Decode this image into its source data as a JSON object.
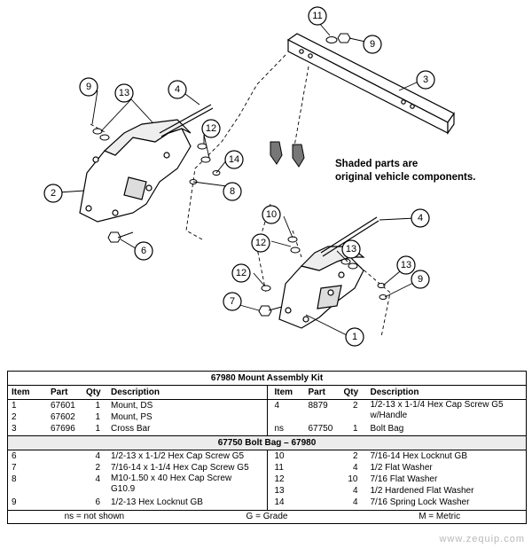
{
  "diagram": {
    "callouts": [
      "1",
      "2",
      "3",
      "4",
      "4",
      "6",
      "7",
      "8",
      "9",
      "9",
      "9",
      "10",
      "11",
      "12",
      "12",
      "12",
      "13",
      "13",
      "13",
      "14"
    ],
    "note_lines": [
      "Shaded parts are",
      "original vehicle components."
    ]
  },
  "table": {
    "kit_title": "67980  Mount Assembly Kit",
    "headers": {
      "item": "Item",
      "part": "Part",
      "qty": "Qty",
      "desc": "Description"
    },
    "kit_left": [
      {
        "item": "1",
        "part": "67601",
        "qty": "1",
        "desc": "Mount, DS"
      },
      {
        "item": "2",
        "part": "67602",
        "qty": "1",
        "desc": "Mount, PS"
      },
      {
        "item": "3",
        "part": "67696",
        "qty": "1",
        "desc": "Cross Bar"
      }
    ],
    "kit_right": [
      {
        "item": "4",
        "part": "8879",
        "qty": "2",
        "desc": "1/2-13 x 1-1/4 Hex Cap Screw G5 w/Handle"
      },
      {
        "item": "ns",
        "part": "67750",
        "qty": "1",
        "desc": "Bolt Bag"
      }
    ],
    "bag_title": "67750  Bolt Bag – 67980",
    "bag_left": [
      {
        "item": "6",
        "qty": "4",
        "desc": "1/2-13 x 1-1/2 Hex Cap Screw G5"
      },
      {
        "item": "7",
        "qty": "2",
        "desc": "7/16-14 x 1-1/4 Hex Cap Screw G5"
      },
      {
        "item": "8",
        "qty": "4",
        "desc": "M10-1.50 x 40 Hex Cap Screw G10.9"
      },
      {
        "item": "9",
        "qty": "6",
        "desc": "1/2-13 Hex Locknut GB"
      }
    ],
    "bag_right": [
      {
        "item": "10",
        "qty": "2",
        "desc": "7/16-14 Hex Locknut GB"
      },
      {
        "item": "11",
        "qty": "4",
        "desc": "1/2 Flat Washer"
      },
      {
        "item": "12",
        "qty": "10",
        "desc": "7/16 Flat Washer"
      },
      {
        "item": "13",
        "qty": "4",
        "desc": "1/2 Hardened Flat Washer"
      },
      {
        "item": "14",
        "qty": "4",
        "desc": "7/16 Spring Lock Washer"
      }
    ],
    "footer": {
      "ns": "ns = not shown",
      "g": "G = Grade",
      "m": "M = Metric"
    }
  },
  "watermark": "www.zequip.com"
}
